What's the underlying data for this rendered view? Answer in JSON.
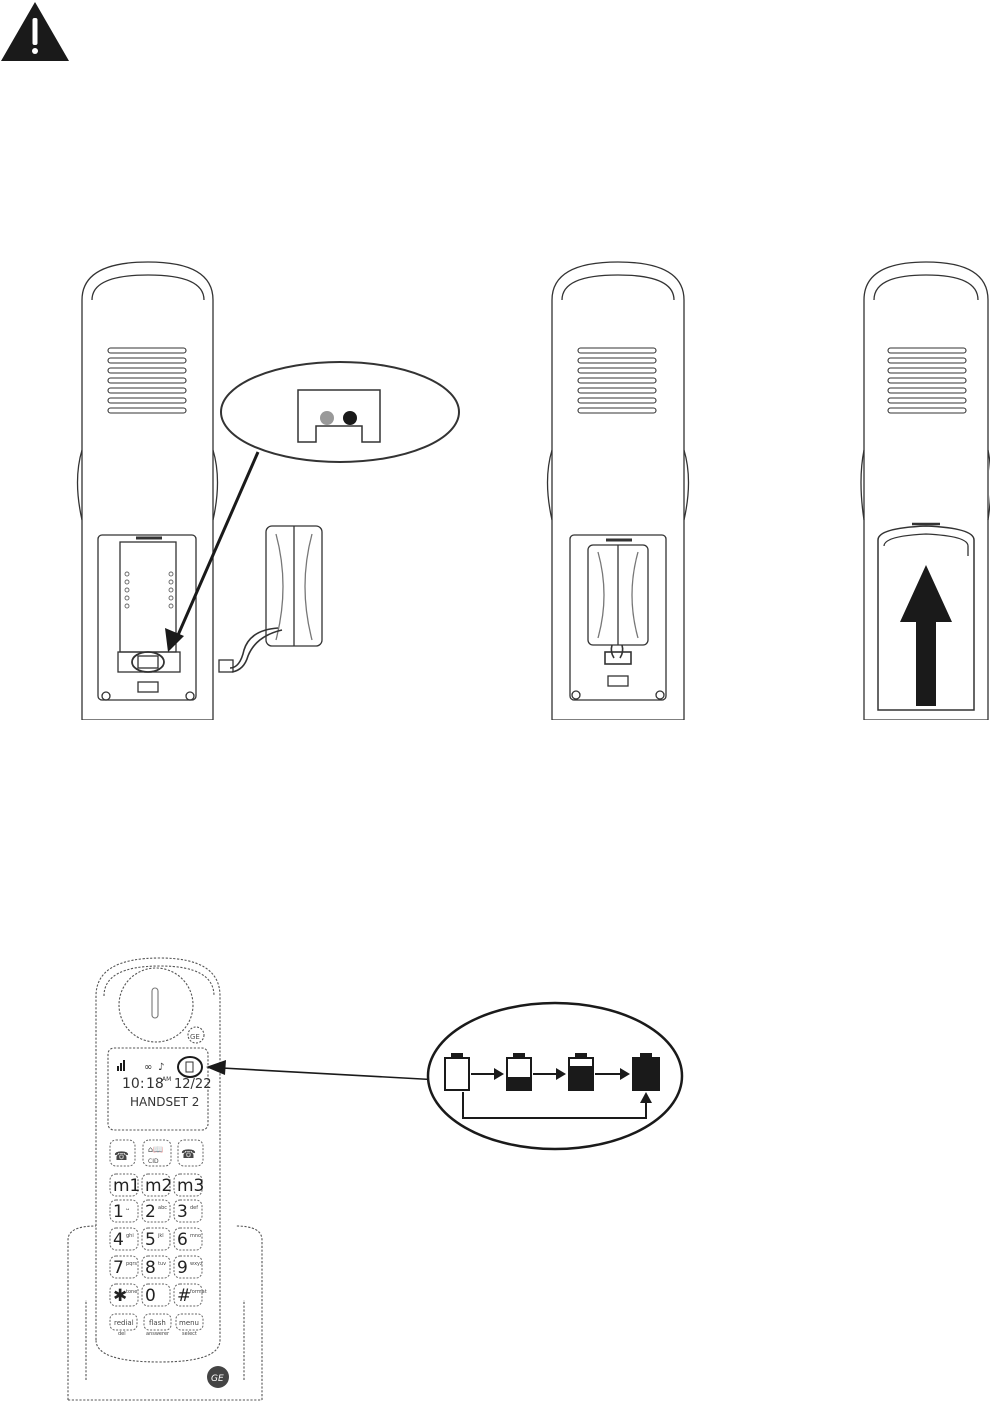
{
  "warning": {
    "icon": "warning-triangle-icon"
  },
  "handset_screen": {
    "time_hours": "10:",
    "time_minutes": "18",
    "time_ampm": "AM",
    "date": "12/22",
    "handset_name": "HANDSET 2",
    "logo_text": "GE"
  },
  "keypad": {
    "rows": [
      [
        {
          "main": "m1",
          "sub": ""
        },
        {
          "main": "m2",
          "sub": ""
        },
        {
          "main": "m3",
          "sub": ""
        }
      ],
      [
        {
          "main": "1",
          "sub": "␣"
        },
        {
          "main": "2",
          "sub": "abc"
        },
        {
          "main": "3",
          "sub": "def"
        }
      ],
      [
        {
          "main": "4",
          "sub": "ghi"
        },
        {
          "main": "5",
          "sub": "jkl"
        },
        {
          "main": "6",
          "sub": "mno"
        }
      ],
      [
        {
          "main": "7",
          "sub": "pqrs"
        },
        {
          "main": "8",
          "sub": "tuv"
        },
        {
          "main": "9",
          "sub": "wxyz"
        }
      ],
      [
        {
          "main": "✱",
          "sub": "tone"
        },
        {
          "main": "0",
          "sub": ""
        },
        {
          "main": "#",
          "sub": "format"
        }
      ]
    ],
    "cid_label": "CID",
    "redial_label": "redial",
    "redial_sub": "del",
    "flash_label": "flash",
    "flash_sub": "answerer",
    "menu_label": "menu",
    "menu_sub": "select"
  },
  "base_logo": "GE"
}
